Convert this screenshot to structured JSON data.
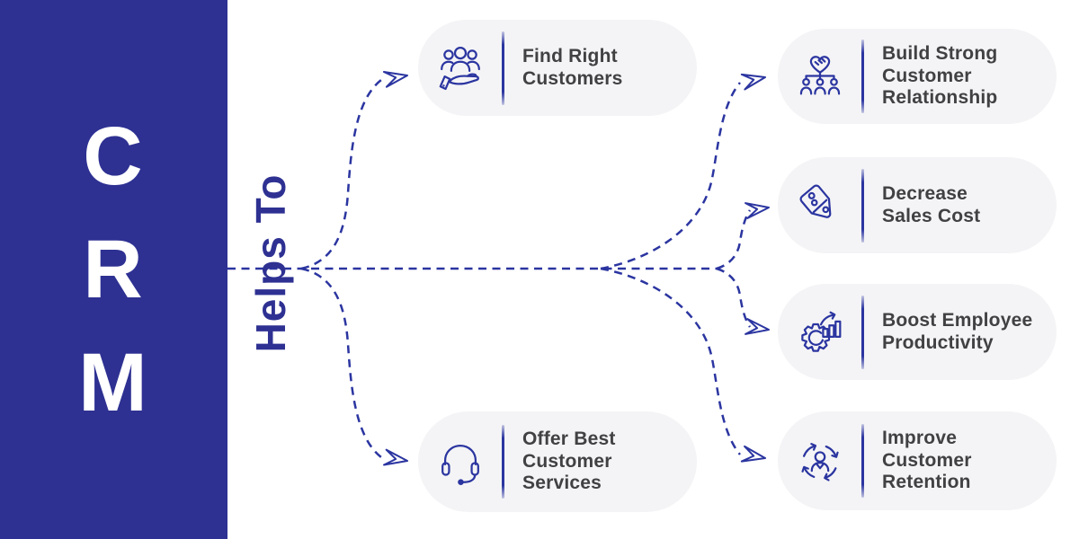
{
  "brand": {
    "letters": [
      "C",
      "R",
      "M"
    ]
  },
  "connector_label": {
    "text": "Helps To"
  },
  "cards": [
    {
      "icon": "people-in-hand-icon",
      "title_lines": [
        "Find Right",
        "Customers"
      ]
    },
    {
      "icon": "handshake-network-icon",
      "title_lines": [
        "Build Strong",
        "Customer",
        "Relationship"
      ]
    },
    {
      "icon": "discount-tag-icon",
      "title_lines": [
        "Decrease",
        "Sales Cost"
      ]
    },
    {
      "icon": "gear-growth-icon",
      "title_lines": [
        "Boost Employee",
        "Productivity"
      ]
    },
    {
      "icon": "customer-cycle-icon",
      "title_lines": [
        "Improve",
        "Customer",
        "Retention"
      ]
    },
    {
      "icon": "headset-icon",
      "title_lines": [
        "Offer Best",
        "Customer",
        "Services"
      ]
    }
  ],
  "colors": {
    "sidebar_blue": "#2e3192",
    "line_blue": "#2b35a0",
    "card_bg": "#f4f4f6",
    "card_text": "#414042",
    "letter_white": "#ffffff"
  }
}
